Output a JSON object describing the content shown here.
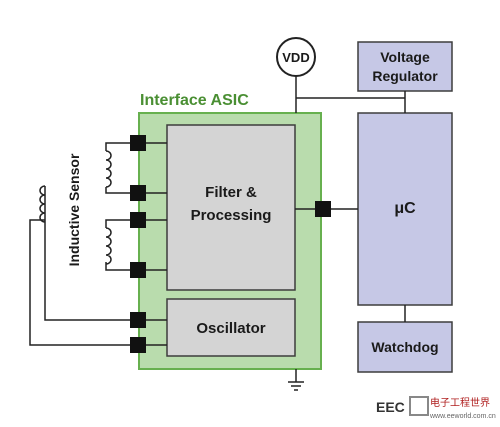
{
  "diagram": {
    "asic_title": "Interface ASIC",
    "vdd": "VDD",
    "voltage_regulator": [
      "Voltage",
      "Regulator"
    ],
    "filter_processing": [
      "Filter &",
      "Processing"
    ],
    "microcontroller": "μC",
    "oscillator": "Oscillator",
    "watchdog": "Watchdog",
    "inductive_sensor": "Inductive Sensor",
    "colors": {
      "asic_fill": "#b9dcad",
      "asic_border": "#67b04f",
      "asic_title": "#4a8f33",
      "block_fill": "#d4d4d4",
      "chip_fill": "#c6c8e6",
      "chip_border": "#3d3d3d",
      "pin": "#111111",
      "wire": "#222222"
    }
  },
  "watermark": {
    "brand": "EEC",
    "site_cn": "电子工程世界",
    "url": "www.eeworld.com.cn"
  }
}
